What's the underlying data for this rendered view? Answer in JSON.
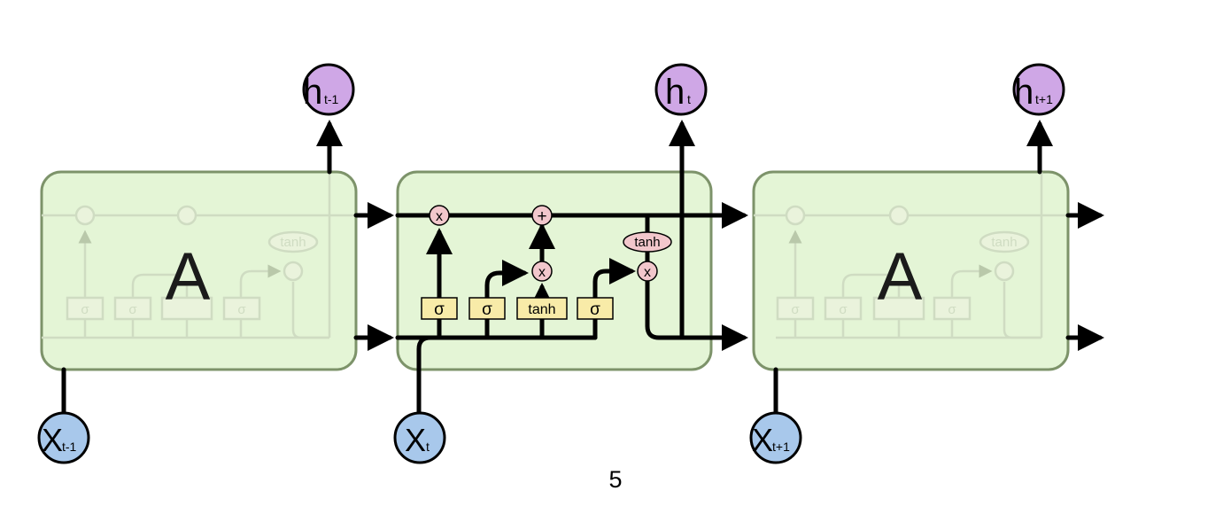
{
  "cells": {
    "left": {
      "label": "A"
    },
    "right": {
      "label": "A"
    }
  },
  "gates": {
    "sigma": "σ",
    "tanh": "tanh",
    "mul": "x",
    "add": "+"
  },
  "nodes": {
    "h_prev": {
      "main": "h",
      "sub": "t-1"
    },
    "h_curr": {
      "main": "h",
      "sub": "t"
    },
    "h_next": {
      "main": "h",
      "sub": "t+1"
    },
    "x_prev": {
      "main": "X",
      "sub": "t-1"
    },
    "x_curr": {
      "main": "X",
      "sub": "t"
    },
    "x_next": {
      "main": "X",
      "sub": "t+1"
    }
  },
  "page_number": "5",
  "colors": {
    "cell_fill": "#e4f5d6",
    "cell_stroke": "#7d936a",
    "h_node": "#cfa7e6",
    "x_node": "#a8c8eb",
    "gate_box": "#f8eba8",
    "op_circle": "#f2c7cc"
  }
}
